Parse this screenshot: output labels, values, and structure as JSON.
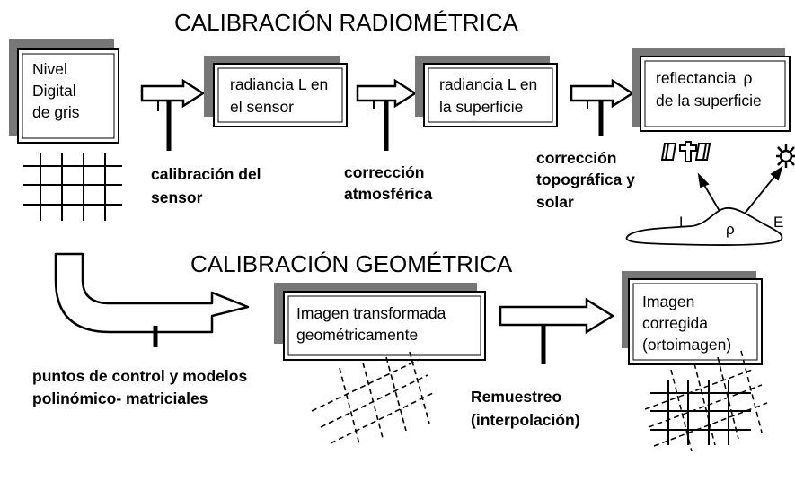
{
  "titles": {
    "radiometric": "CALIBRACIÓN RADIOMÉTRICA",
    "geometric": "CALIBRACIÓN GEOMÉTRICA"
  },
  "boxes": {
    "nivel_digital": [
      "Nivel",
      "Digital",
      "de gris"
    ],
    "radiancia_sensor": [
      "radiancia L en",
      "el sensor"
    ],
    "radiancia_superficie": [
      "radiancia L en",
      "la superficie"
    ],
    "reflectancia_prefix": "reflectancia",
    "reflectancia_line2": "de la superficie",
    "imagen_transformada": [
      "Imagen transformada",
      "geométricamente"
    ],
    "imagen_corregida": [
      "Imagen",
      "corregida",
      "(ortoimagen)"
    ]
  },
  "labels": {
    "calibracion_sensor": [
      "calibración del",
      "sensor"
    ],
    "correccion_atmosferica": [
      "corrección",
      "atmosférica"
    ],
    "correccion_topografica": [
      "corrección",
      "topográfica y",
      "solar"
    ],
    "puntos_control": [
      "puntos de control y modelos",
      "polinómico- matriciales"
    ],
    "remuestreo": [
      "Remuestreo",
      "(interpolación)"
    ]
  },
  "symbols": {
    "rho": "ρ",
    "L": "L",
    "E": "E"
  },
  "icons": [
    "satellite-icon",
    "sun-icon"
  ]
}
